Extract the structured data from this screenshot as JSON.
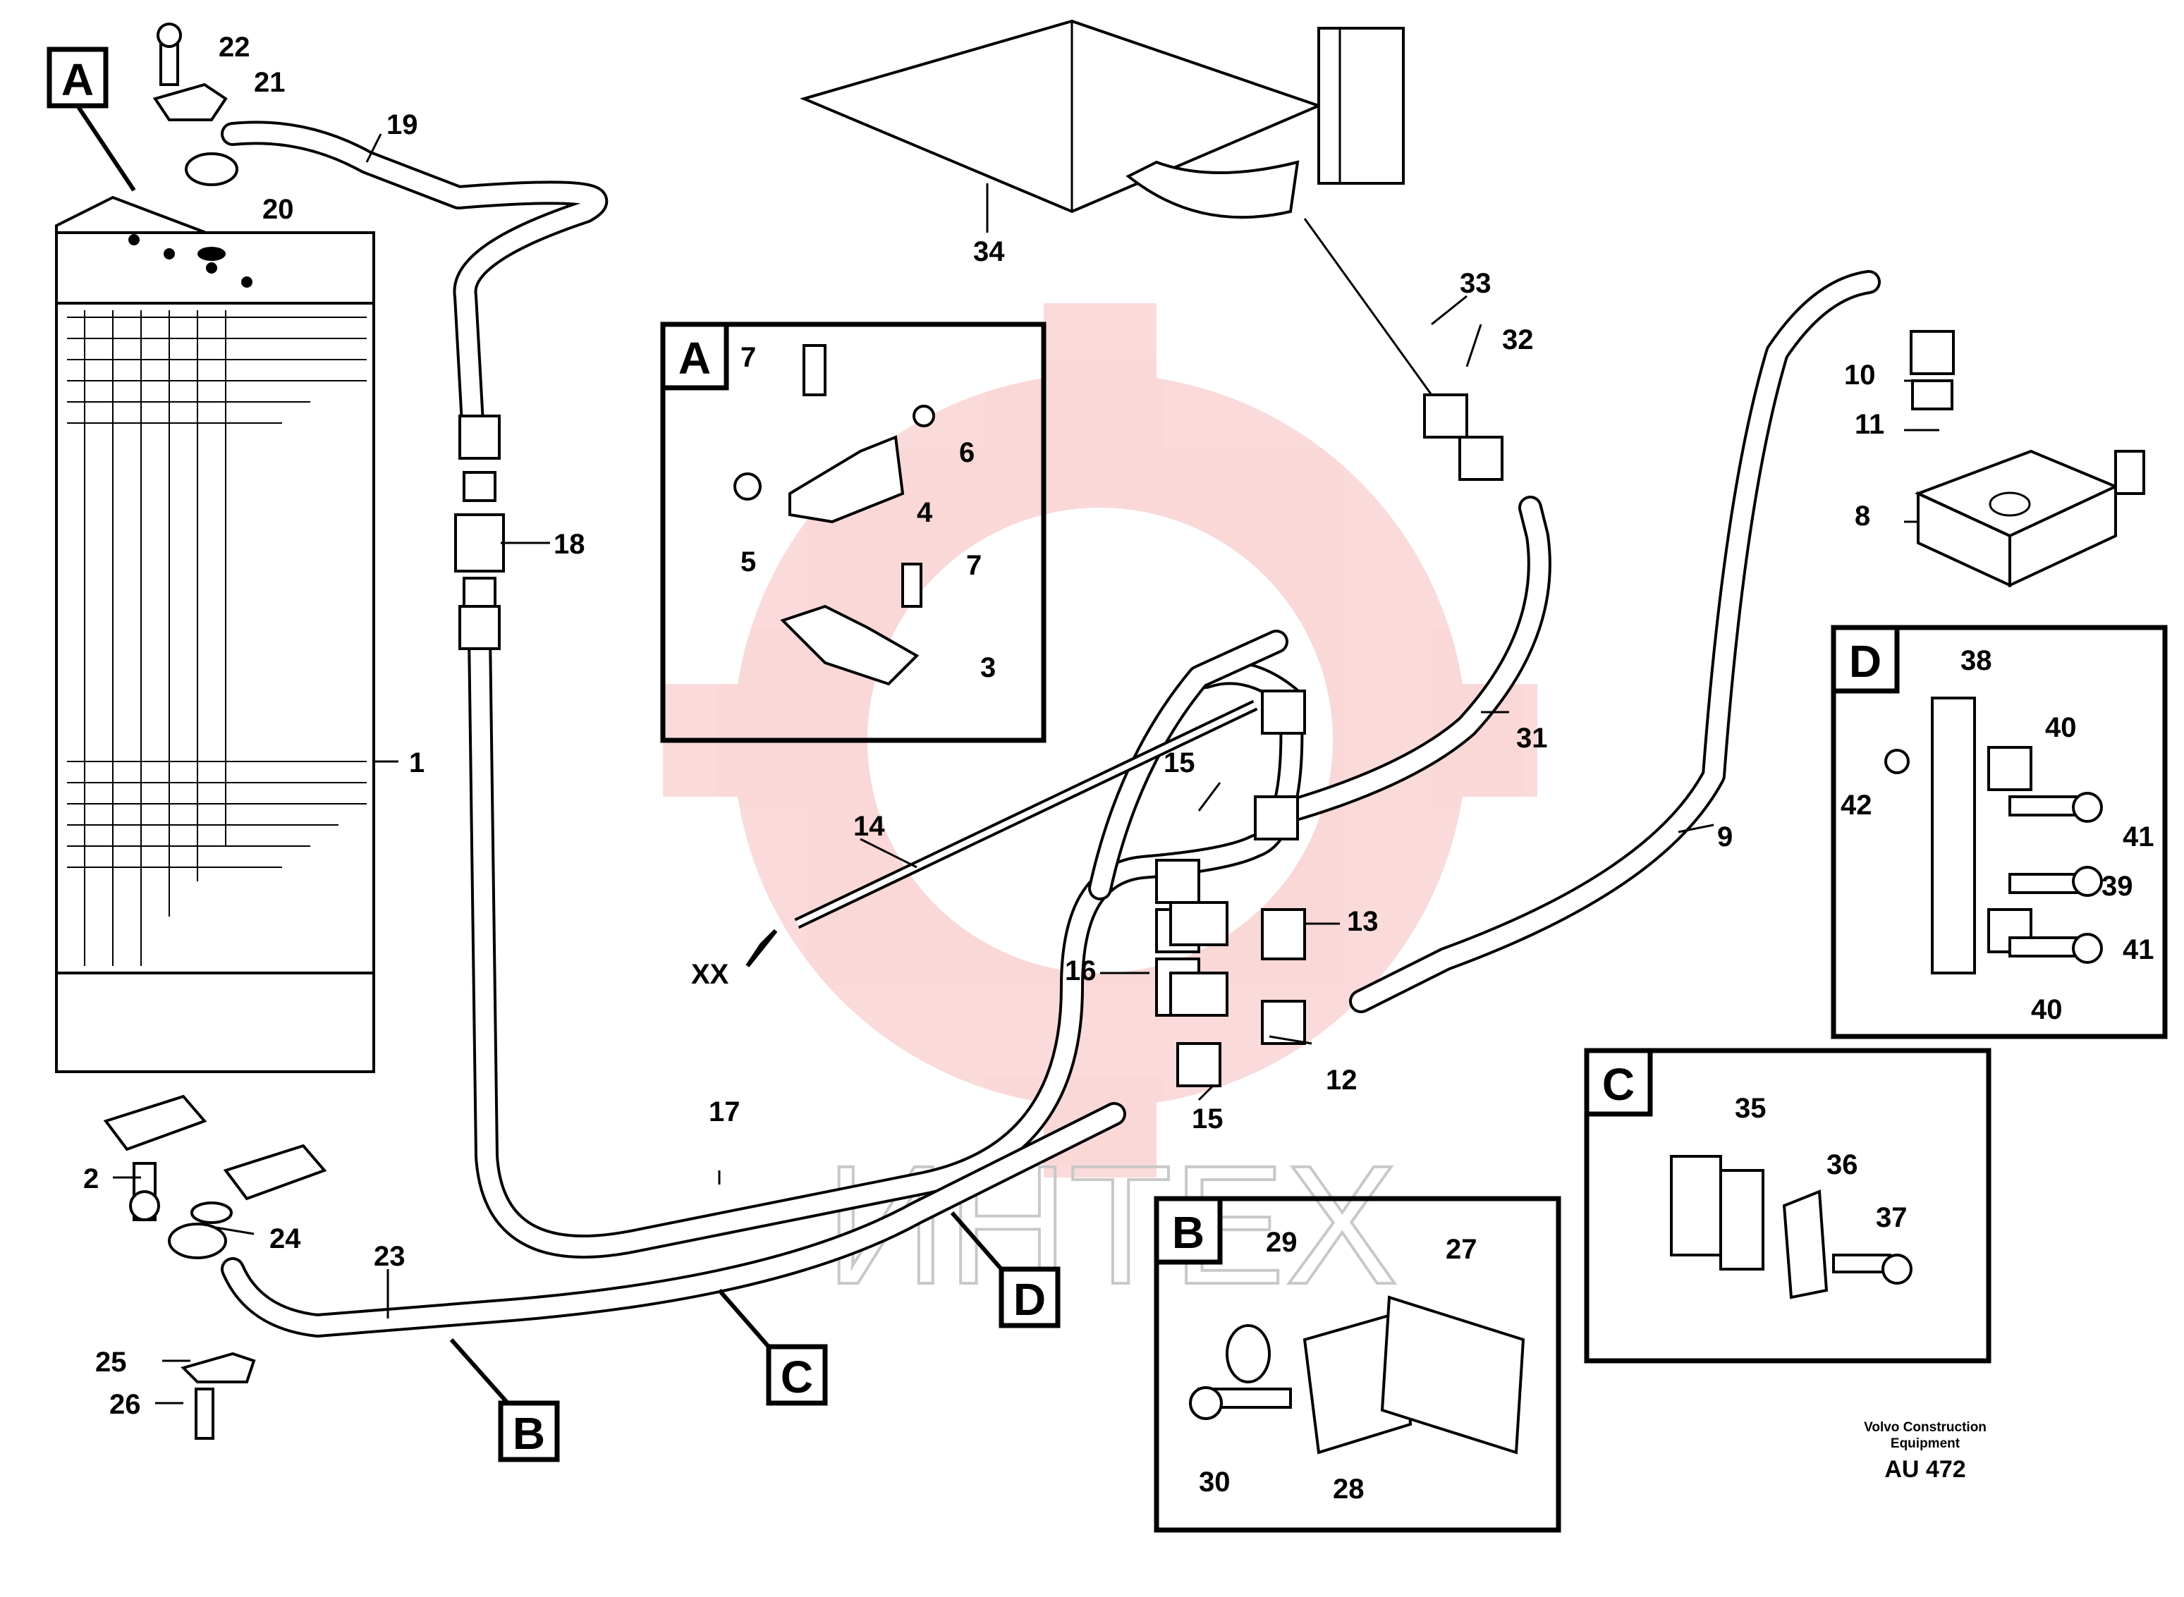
{
  "diagram": {
    "part_numbers": [
      "1",
      "2",
      "3",
      "4",
      "5",
      "6",
      "7",
      "8",
      "9",
      "10",
      "11",
      "12",
      "13",
      "14",
      "15",
      "16",
      "17",
      "18",
      "19",
      "20",
      "21",
      "22",
      "23",
      "24",
      "25",
      "26",
      "27",
      "28",
      "29",
      "30",
      "31",
      "32",
      "33",
      "34",
      "35",
      "36",
      "37",
      "38",
      "39",
      "40",
      "41",
      "42"
    ],
    "view_letters": [
      "A",
      "B",
      "C",
      "D"
    ],
    "flow_marker": "XX",
    "watermark": "ИНТЕХ",
    "footer": {
      "company_line1": "Volvo Construction",
      "company_line2": "Equipment",
      "drawing_code": "AU 472"
    }
  }
}
